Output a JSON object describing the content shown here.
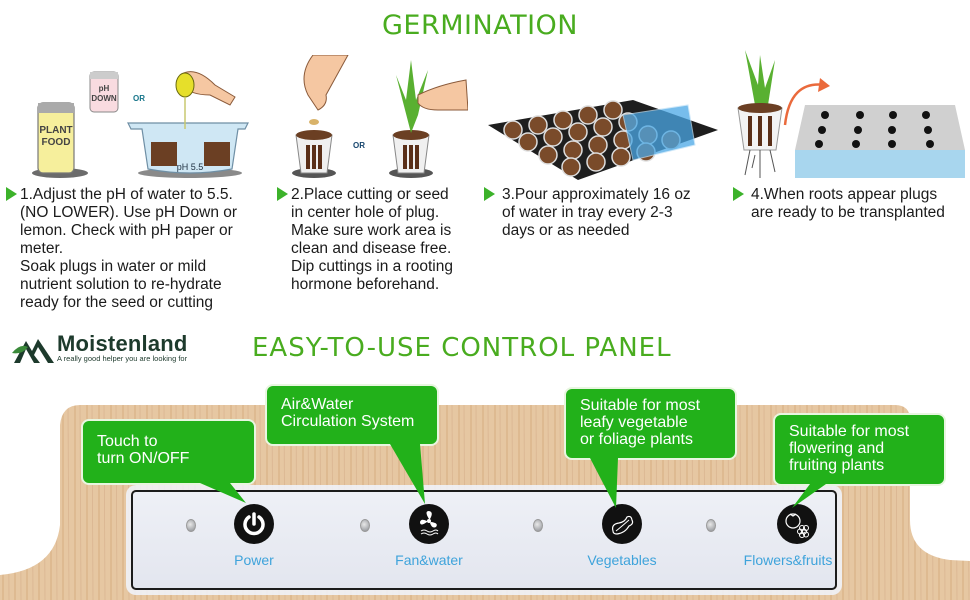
{
  "germination": {
    "title": "GERMINATION",
    "steps": [
      {
        "text": "1.Adjust the pH of water to 5.5.\n(NO LOWER). Use pH Down or\nlemon. Check with pH paper or\nmeter.\nSoak plugs in water or mild\nnutrient solution to re-hydrate\nready for the seed or cutting"
      },
      {
        "text": "2.Place cutting or seed\nin center hole of plug.\nMake sure work area is\nclean and disease free.\nDip cuttings in a rooting\nhormone beforehand."
      },
      {
        "text": "3.Pour approximately 16 oz\nof water in tray every 2-3\ndays or as needed"
      },
      {
        "text": "4.When roots appear plugs\nare ready to be transplanted"
      }
    ],
    "illustration_labels": {
      "plant_food": "PLANT\nFOOD",
      "ph_down": "pH\nDOWN",
      "or": "OR",
      "ph_value": "pH 5.5"
    }
  },
  "brand": {
    "name": "Moistenland",
    "tagline": "A really good helper you are looking for"
  },
  "control_panel": {
    "title": "EASY-TO-USE CONTROL PANEL",
    "buttons": [
      {
        "label": "Power",
        "icon": "power-icon"
      },
      {
        "label": "Fan&water",
        "icon": "fan-water-icon"
      },
      {
        "label": "Vegetables",
        "icon": "vegetables-icon"
      },
      {
        "label": "Flowers&fruits",
        "icon": "flowers-fruits-icon"
      }
    ],
    "callouts": [
      {
        "text": "Touch to\nturn ON/OFF"
      },
      {
        "text": "Air&Water\nCirculation System"
      },
      {
        "text": "Suitable for most\nleafy vegetable\nor foliage plants"
      },
      {
        "text": "Suitable for most\nflowering and\nfruiting plants"
      }
    ]
  },
  "colors": {
    "title_green": "#49ac1f",
    "callout_green": "#22b11a",
    "label_blue": "#3ea3db",
    "arrow_green": "#3cb22a"
  }
}
